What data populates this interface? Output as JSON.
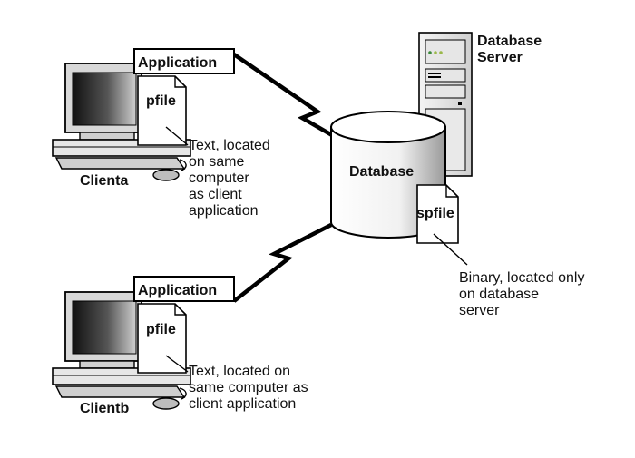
{
  "server": {
    "label_line1": "Database",
    "label_line2": "Server"
  },
  "database": {
    "label": "Database"
  },
  "spfile": {
    "label": "spfile",
    "note_line1": "Binary, located only",
    "note_line2": "on database",
    "note_line3": "server"
  },
  "clienta": {
    "name": "Clienta",
    "app_label": "Application",
    "file_label": "pfile",
    "note_line1": "Text, located",
    "note_line2": "on same",
    "note_line3": "computer",
    "note_line4": "as client",
    "note_line5": "application"
  },
  "clientb": {
    "name": "Clientb",
    "app_label": "Application",
    "file_label": "pfile",
    "note_line1": "Text, located on",
    "note_line2": "same computer as",
    "note_line3": "client application"
  }
}
